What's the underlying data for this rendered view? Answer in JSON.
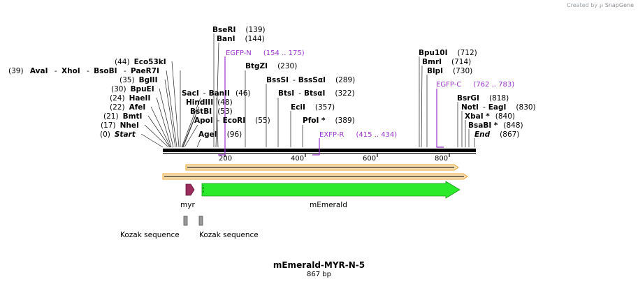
{
  "credit": {
    "prefix": "Created by",
    "brand": "SnapGene"
  },
  "title": "mEmerald-MYR-N-5",
  "length_label": "867 bp",
  "ruler": {
    "ticks": [
      "200",
      "400",
      "600",
      "800"
    ]
  },
  "enzymes_left": [
    {
      "pos": "(0)",
      "name": "Start",
      "italic": true
    },
    {
      "pos": "(17)",
      "name": "NheI"
    },
    {
      "pos": "(21)",
      "name": "BmtI"
    },
    {
      "pos": "(22)",
      "name": "AfeI"
    },
    {
      "pos": "(24)",
      "name": "HaeII"
    },
    {
      "pos": "(30)",
      "name": "BpuEI"
    },
    {
      "pos": "(35)",
      "name": "BglII"
    },
    {
      "pos": "(44)",
      "name": "Eco53kI"
    }
  ],
  "enzyme_group_left": {
    "pos": "(39)",
    "parts": [
      "AvaI",
      "XhoI",
      "BsoBI",
      "PaeR7I"
    ]
  },
  "enzymes_mid": [
    {
      "name": "BseRI",
      "pos": "(139)"
    },
    {
      "name": "BanI",
      "pos": "(144)"
    },
    {
      "name": "BtgZI",
      "pos": "(230)"
    },
    {
      "name": "SacI",
      "name2": "BanII",
      "pos": "(46)"
    },
    {
      "name": "HindIII",
      "pos": "(48)"
    },
    {
      "name": "BstBI",
      "pos": "(53)"
    },
    {
      "name": "ApoI",
      "name2": "EcoRI",
      "pos": "(55)"
    },
    {
      "name": "AgeI",
      "pos": "(96)"
    },
    {
      "name": "BssSI",
      "name2": "BssSαI",
      "pos": "(289)"
    },
    {
      "name": "BtsI",
      "name2": "BtsαI",
      "pos": "(322)"
    },
    {
      "name": "EciI",
      "pos": "(357)"
    },
    {
      "name": "PfoI *",
      "pos": "(389)"
    }
  ],
  "enzymes_right": [
    {
      "name": "Bpu10I",
      "pos": "(712)"
    },
    {
      "name": "BmrI",
      "pos": "(714)"
    },
    {
      "name": "BlpI",
      "pos": "(730)"
    },
    {
      "name": "BsrGI",
      "pos": "(818)"
    },
    {
      "name": "NotI",
      "name2": "EagI",
      "pos": "(830)"
    },
    {
      "name": "XbaI *",
      "pos": "(840)"
    },
    {
      "name": "BsaBI *",
      "pos": "(848)"
    },
    {
      "name": "End",
      "pos": "(867)",
      "italic": true
    }
  ],
  "primers": [
    {
      "name": "EGFP-N",
      "range": "(154 .. 175)"
    },
    {
      "name": "EXFP-R",
      "range": "(415 .. 434)"
    },
    {
      "name": "EGFP-C",
      "range": "(762 .. 783)"
    }
  ],
  "features": [
    {
      "name": "myr"
    },
    {
      "name": "mEmerald"
    },
    {
      "name": "Kozak sequence"
    },
    {
      "name": "Kozak sequence"
    }
  ],
  "colors": {
    "primer": "#9a33cc",
    "orf_fill": "#f6dcae",
    "orf_edge": "#e8a83a",
    "myr": "#9b2c5c",
    "emerald": "#2bea2b",
    "kozak": "#999999",
    "backbone": "#000000"
  }
}
